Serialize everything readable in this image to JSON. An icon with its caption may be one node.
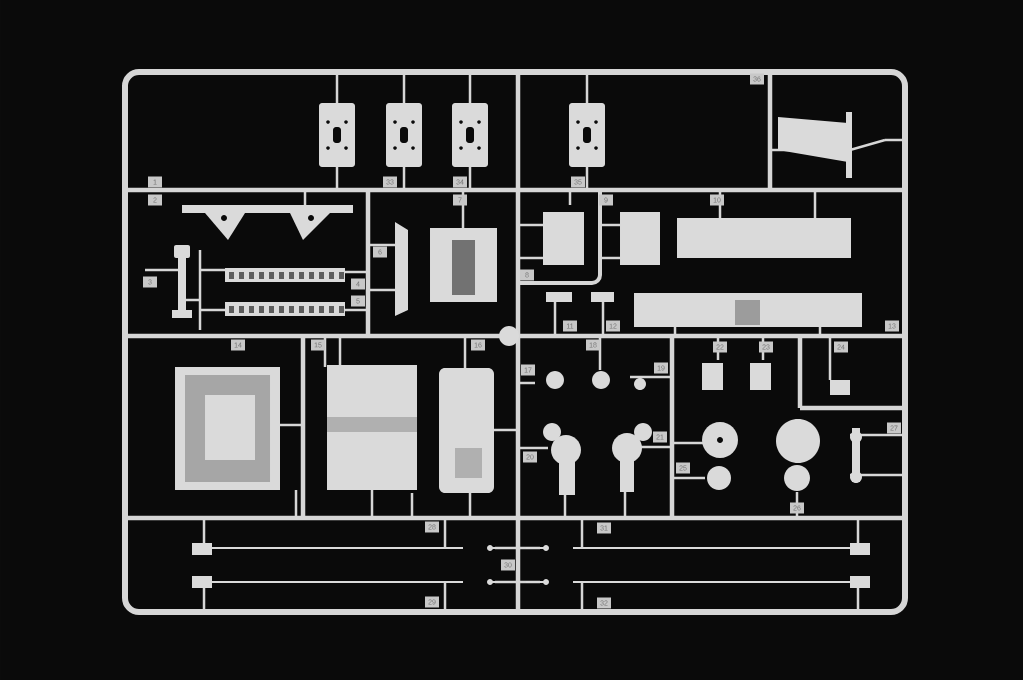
{
  "diagram": {
    "labels": [
      "36",
      "1",
      "33",
      "34",
      "35",
      "2",
      "7",
      "9",
      "10",
      "6",
      "3",
      "4",
      "5",
      "8",
      "11",
      "12",
      "13",
      "14",
      "15",
      "16",
      "18",
      "22",
      "23",
      "24",
      "17",
      "19",
      "21",
      "27",
      "20",
      "25",
      "26",
      "28",
      "31",
      "30",
      "29",
      "32"
    ]
  }
}
